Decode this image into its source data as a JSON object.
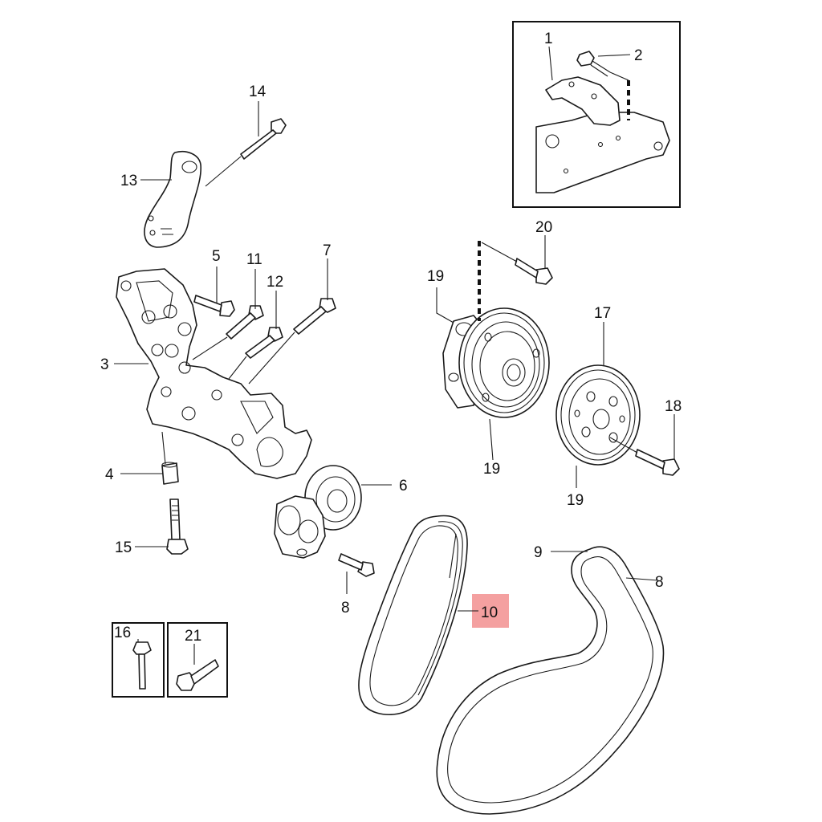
{
  "highlight_color": "#f4a0a0",
  "callouts": {
    "c1": "1",
    "c2": "2",
    "c3": "3",
    "c4": "4",
    "c5": "5",
    "c6": "6",
    "c7": "7",
    "c8a": "8",
    "c8b": "8",
    "c9": "9",
    "c10": "10",
    "c11": "11",
    "c12": "12",
    "c13": "13",
    "c14": "14",
    "c15": "15",
    "c16": "16",
    "c17": "17",
    "c18": "18",
    "c19a": "19",
    "c19b": "19",
    "c19c": "19",
    "c20": "20",
    "c21": "21"
  }
}
